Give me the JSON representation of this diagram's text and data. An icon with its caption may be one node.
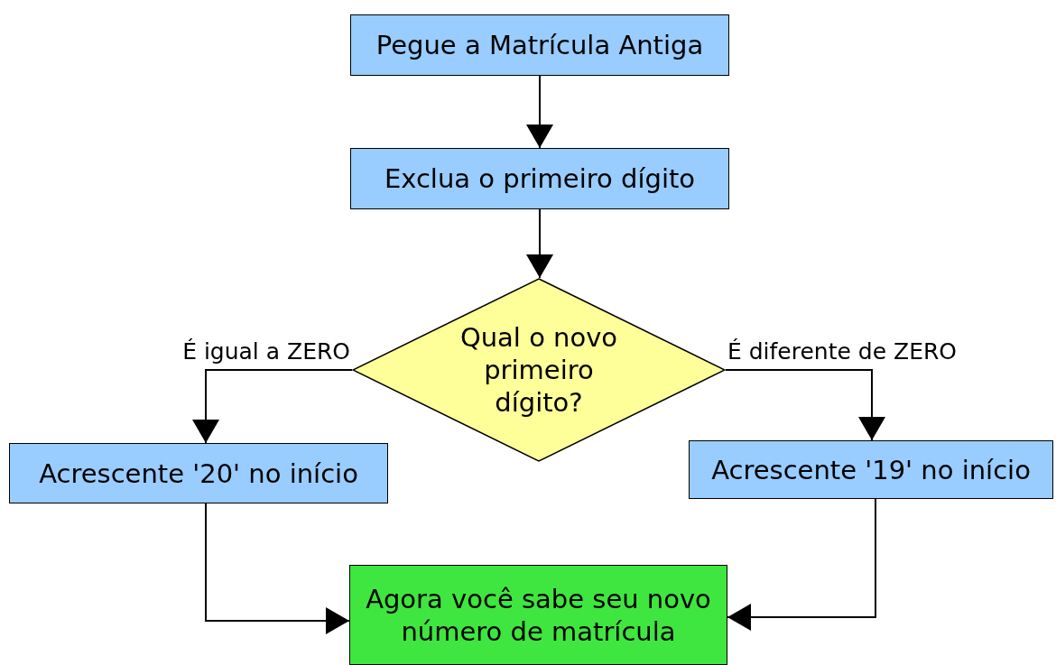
{
  "diagram": {
    "nodes": [
      {
        "text": [
          "Pegue a Matrícula Antiga"
        ]
      },
      {
        "text": [
          "Exclua o primeiro dígito"
        ]
      },
      {
        "text": [
          "Qual o novo primeiro dígito?"
        ]
      },
      {
        "text": [
          "Acrescente '20' no início"
        ]
      },
      {
        "text": [
          "Acrescente '19' no início"
        ]
      },
      {
        "text": [
          "Agora você sabe seu novo número de matrícula"
        ]
      }
    ],
    "edges": [
      {
        "from": 0,
        "to": 1,
        "arrow": "to"
      },
      {
        "from": 1,
        "to": 2,
        "arrow": "to"
      },
      {
        "from": 2,
        "to": 3,
        "arrow": "to",
        "label": "É igual a ZERO"
      },
      {
        "from": 2,
        "to": 4,
        "arrow": "to",
        "label": "É diferente de ZERO"
      },
      {
        "from": 3,
        "to": 5,
        "arrow": "to"
      },
      {
        "from": 4,
        "to": 5,
        "arrow": "to"
      }
    ]
  }
}
